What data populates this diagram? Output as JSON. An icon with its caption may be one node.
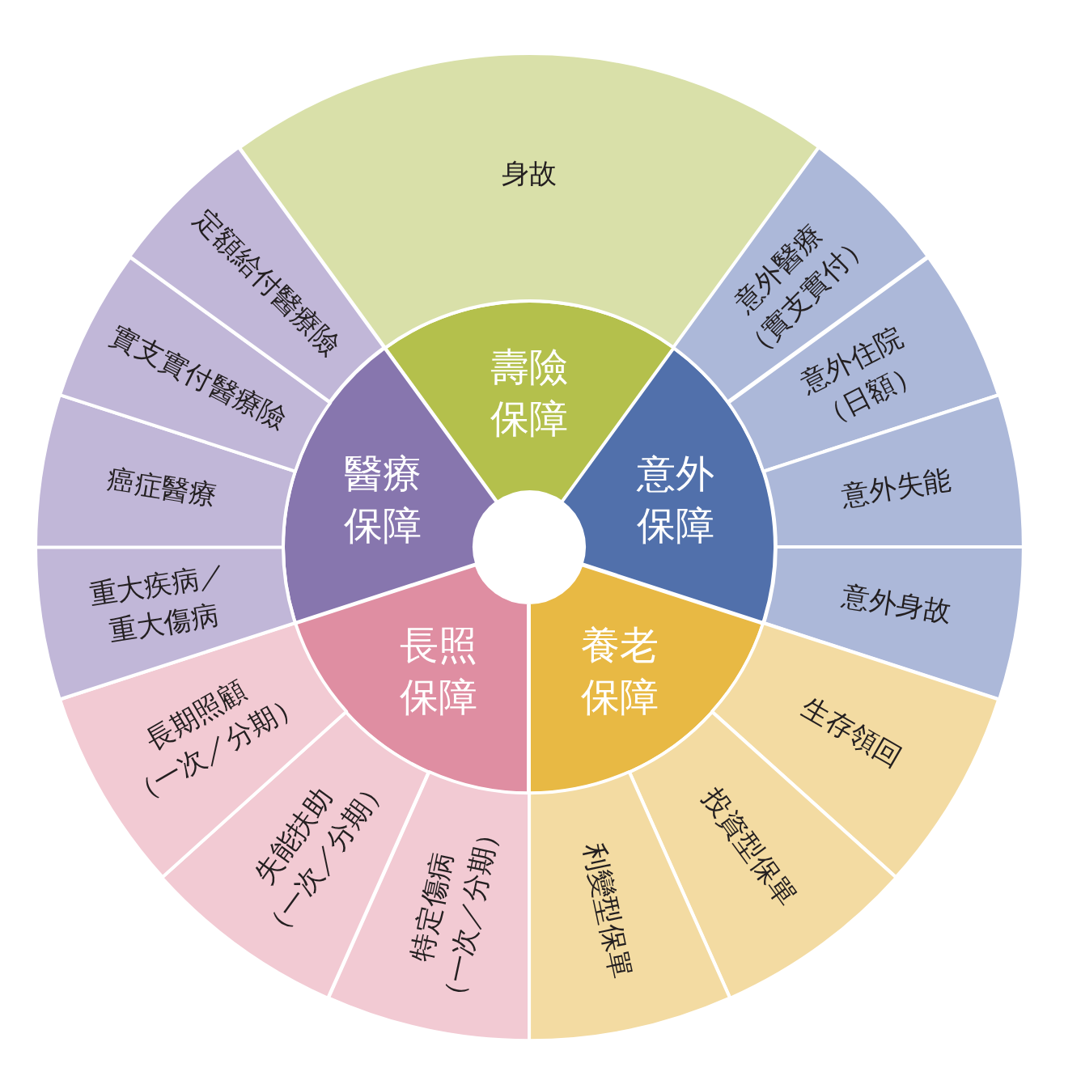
{
  "diagram": {
    "nodes": [
      {
        "text": [
          "壽險保障"
        ]
      },
      {
        "text": [
          "意外保障"
        ]
      },
      {
        "text": [
          "養老保障"
        ]
      },
      {
        "text": [
          "長照保障"
        ]
      },
      {
        "text": [
          "醫療保障"
        ]
      },
      {
        "text": [
          "身故"
        ]
      },
      {
        "text": [
          "意外醫療（實支實付）"
        ]
      },
      {
        "text": [
          "意外住院（日額）"
        ]
      },
      {
        "text": [
          "意外失能"
        ]
      },
      {
        "text": [
          "意外身故"
        ]
      },
      {
        "text": [
          "生存領回"
        ]
      },
      {
        "text": [
          "投資型保單"
        ]
      },
      {
        "text": [
          "利變型保單"
        ]
      },
      {
        "text": [
          "特定傷病（一次／分期）"
        ]
      },
      {
        "text": [
          "失能扶助（一次／分期）"
        ]
      },
      {
        "text": [
          "長期照顧（一次／分期）"
        ]
      },
      {
        "text": [
          "重大疾病／重大傷病"
        ]
      },
      {
        "text": [
          "癌症醫療"
        ]
      },
      {
        "text": [
          "實支實付醫療險"
        ]
      },
      {
        "text": [
          "定額給付醫療險"
        ]
      }
    ]
  }
}
